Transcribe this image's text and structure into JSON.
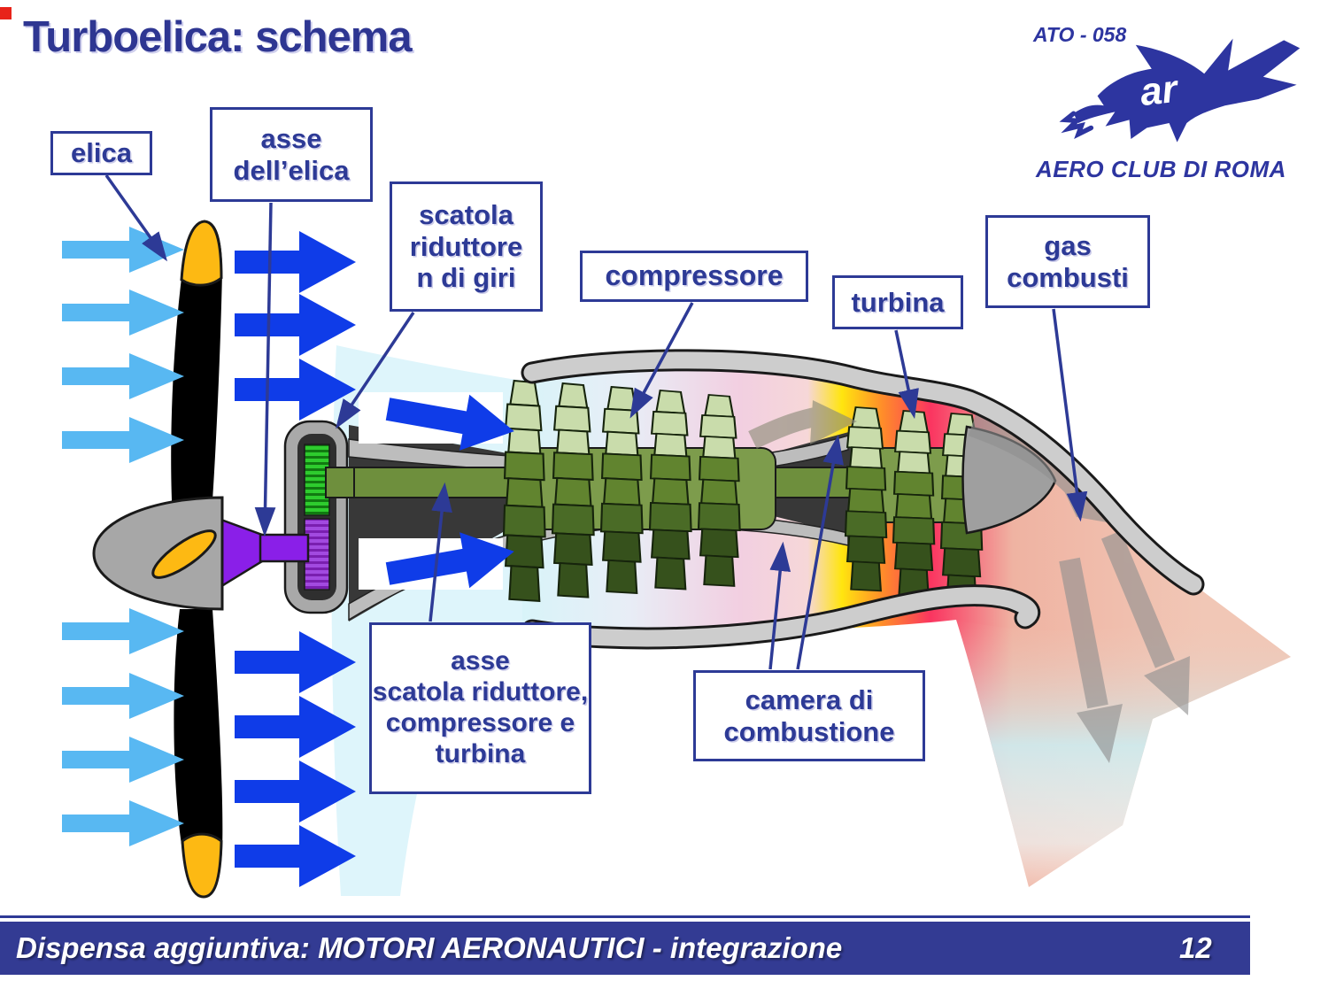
{
  "slide": {
    "title": "Turboelica: schema"
  },
  "logo": {
    "ato_code": "ATO - 058",
    "org_name": "AERO CLUB DI ROMA",
    "monogram": "ar"
  },
  "labels": {
    "elica": "elica",
    "asse_elica": "asse\ndell’elica",
    "scatola": "scatola\nriduttore\nn di giri",
    "compressore": "compressore",
    "turbina": "turbina",
    "gas_combusti": "gas\ncombusti",
    "asse_motore": "asse\nscatola riduttore,\ncompressore e\nturbina",
    "camera": "camera di\ncombustione"
  },
  "footer": {
    "text": "Dispensa aggiuntiva: MOTORI AERONAUTICI - integrazione",
    "page_number": "12"
  },
  "colors": {
    "navy_accent": "#2d3a96",
    "title_navy": "#2e3692",
    "footer_bg": "#333b93",
    "big_arrow_blue": "#0f3ce8",
    "light_arrow_blue": "#58b8f2",
    "propeller_tip_orange": "#fdb913",
    "spinner_gray": "#a7a7a7",
    "shaft_purple": "#8a1fe8",
    "gear_green": "#2ecc2e",
    "gear_purple": "#a24ae0",
    "engine_shaft_olive": "#6e8f3d",
    "stator_light_green": "#c9dcab",
    "rotor_dark_green": "#36511c",
    "casing_gray": "#c9c9c9",
    "corner_mark_red": "#e8231a"
  }
}
